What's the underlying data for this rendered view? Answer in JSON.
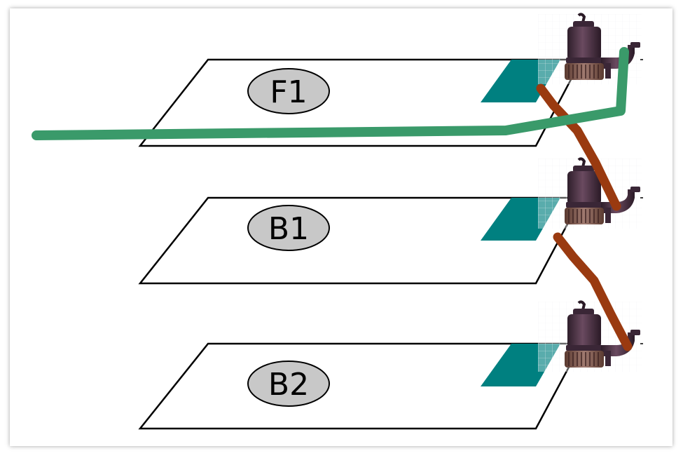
{
  "diagram": {
    "floors": [
      {
        "label": "F1"
      },
      {
        "label": "B1"
      },
      {
        "label": "B2"
      }
    ],
    "colors": {
      "floor_outline": "#000000",
      "label_fill": "#c8c8c8",
      "pit": "#008080",
      "discharge_pipe": "#3a9a6a",
      "riser_pipe": "#9a3a10",
      "pump_body": "#4a3040"
    },
    "icons": [
      "submersible-pump-icon",
      "submersible-pump-icon",
      "submersible-pump-icon"
    ]
  }
}
